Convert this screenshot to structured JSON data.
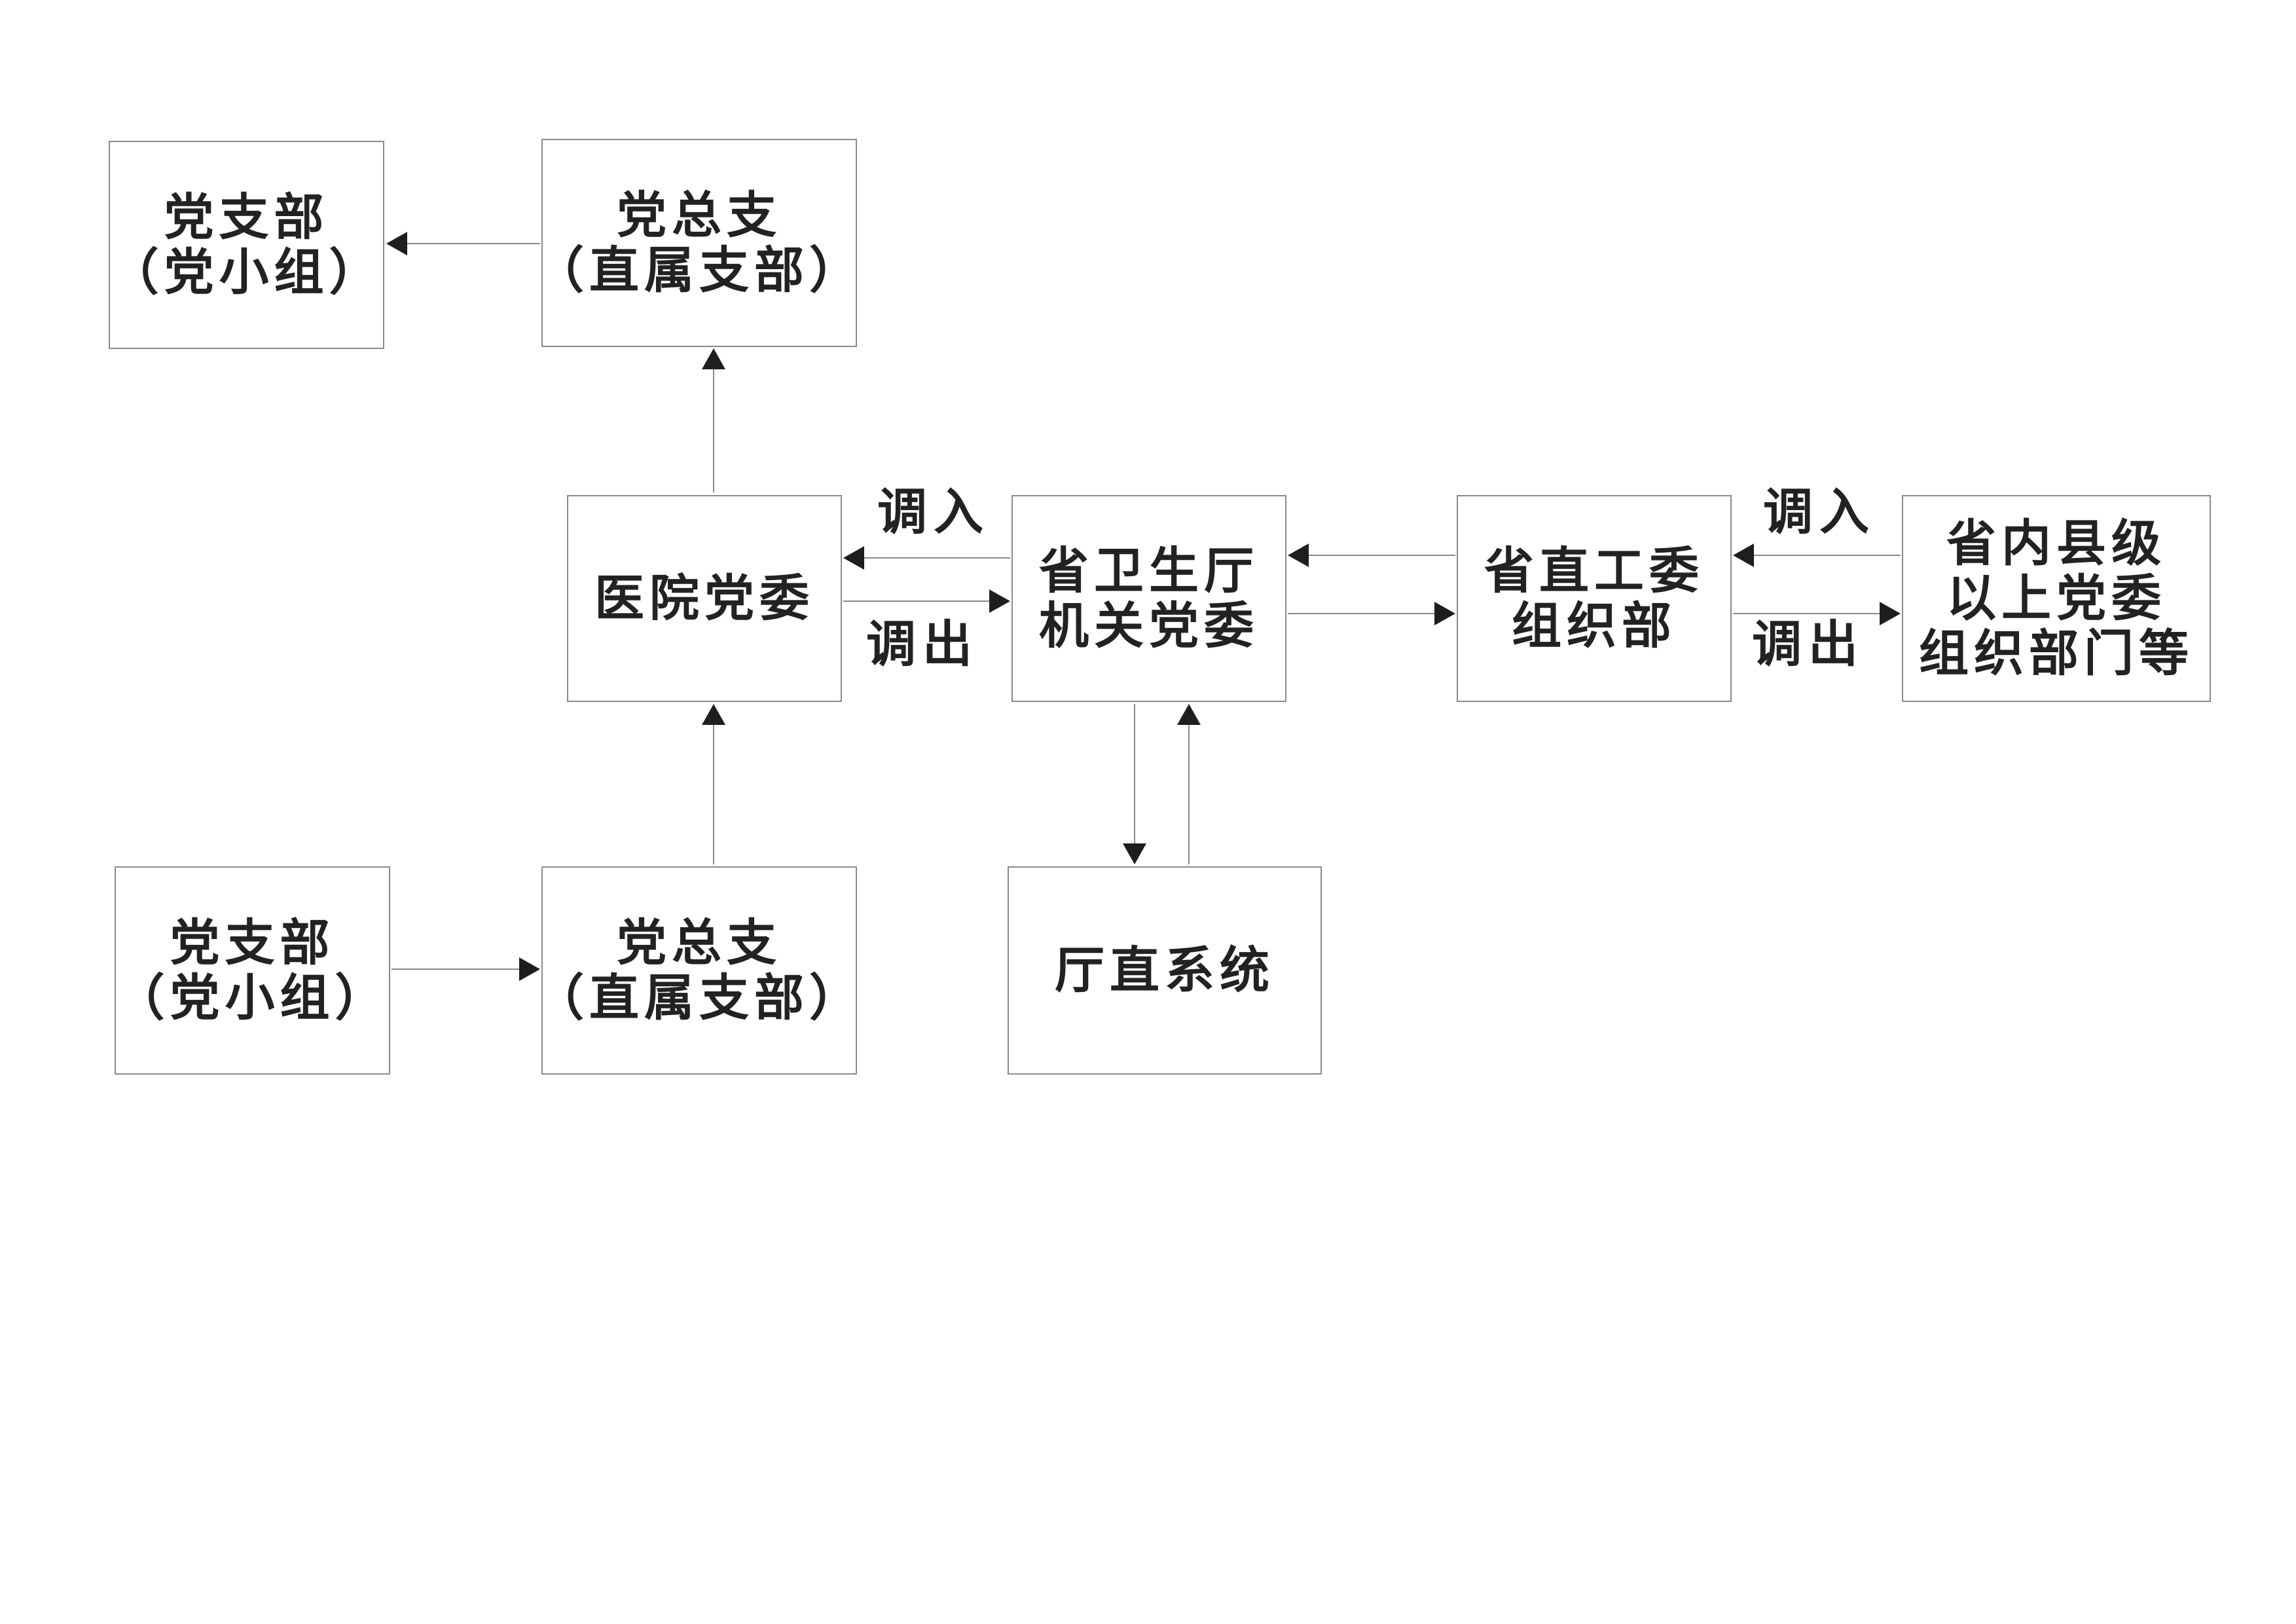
{
  "colors": {
    "line": "#8a8a8a",
    "arrowhead": "#1e1e1e",
    "text": "#222222",
    "background": "#ffffff"
  },
  "nodes": {
    "branch_top": {
      "line1": "党支部",
      "line2": "（党小组）"
    },
    "general_top": {
      "line1": "党总支",
      "line2": "（直属支部）"
    },
    "hospital": {
      "line1": "医院党委"
    },
    "health_dept": {
      "line1": "省卫生厅",
      "line2": "机关党委"
    },
    "provincial_org": {
      "line1": "省直工委",
      "line2": "组织部"
    },
    "county_org": {
      "line1": "省内县级",
      "line2": "以上党委",
      "line3": "组织部门等"
    },
    "branch_bottom": {
      "line1": "党支部",
      "line2": "（党小组）"
    },
    "general_bottom": {
      "line1": "党总支",
      "line2": "（直属支部）"
    },
    "dept_system": {
      "line1": "厅直系统"
    }
  },
  "labels": {
    "transfer_in_left": "调入",
    "transfer_out_left": "调出",
    "transfer_in_right": "调入",
    "transfer_out_right": "调出"
  },
  "edges": [
    {
      "from": "general_top",
      "to": "branch_top"
    },
    {
      "from": "hospital",
      "to": "general_top"
    },
    {
      "from": "health_dept",
      "to": "hospital",
      "label": "transfer_in_left"
    },
    {
      "from": "hospital",
      "to": "health_dept",
      "label": "transfer_out_left"
    },
    {
      "from": "provincial_org",
      "to": "health_dept"
    },
    {
      "from": "health_dept",
      "to": "provincial_org"
    },
    {
      "from": "county_org",
      "to": "provincial_org",
      "label": "transfer_in_right"
    },
    {
      "from": "provincial_org",
      "to": "county_org",
      "label": "transfer_out_right"
    },
    {
      "from": "general_bottom",
      "to": "hospital"
    },
    {
      "from": "branch_bottom",
      "to": "general_bottom"
    },
    {
      "from": "health_dept",
      "to": "dept_system"
    },
    {
      "from": "dept_system",
      "to": "health_dept"
    }
  ]
}
